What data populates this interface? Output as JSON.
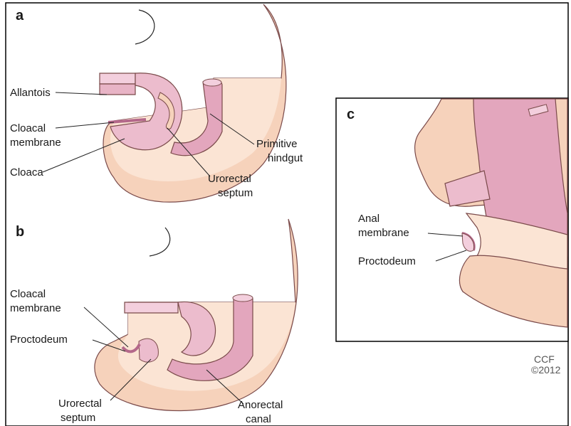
{
  "colors": {
    "skin": "#f6d2bb",
    "skin_light": "#fbe4d4",
    "gut": "#e3a6bd",
    "gut_light": "#f3cfdd",
    "gut_dark": "#cf86a4",
    "membrane": "#b4688a",
    "frame": "#000000"
  },
  "panel_a": {
    "letter": "a",
    "labels": {
      "allantois": "Allantois",
      "cloacal_membrane_1": "Cloacal",
      "cloacal_membrane_2": "membrane",
      "cloaca": "Cloaca",
      "primitive_hindgut_1": "Primitive",
      "primitive_hindgut_2": "hindgut",
      "urorectal_septum_1": "Urorectal",
      "urorectal_septum_2": "septum"
    }
  },
  "panel_b": {
    "letter": "b",
    "labels": {
      "cloacal_membrane_1": "Cloacal",
      "cloacal_membrane_2": "membrane",
      "proctodeum": "Proctodeum",
      "urorectal_septum_1": "Urorectal",
      "urorectal_septum_2": "septum",
      "anorectal_canal_1": "Anorectal",
      "anorectal_canal_2": "canal"
    }
  },
  "panel_c": {
    "letter": "c",
    "labels": {
      "anal_membrane_1": "Anal",
      "anal_membrane_2": "membrane",
      "proctodeum": "Proctodeum"
    }
  },
  "credit": {
    "line1": "CCF",
    "line2": "©2012"
  }
}
